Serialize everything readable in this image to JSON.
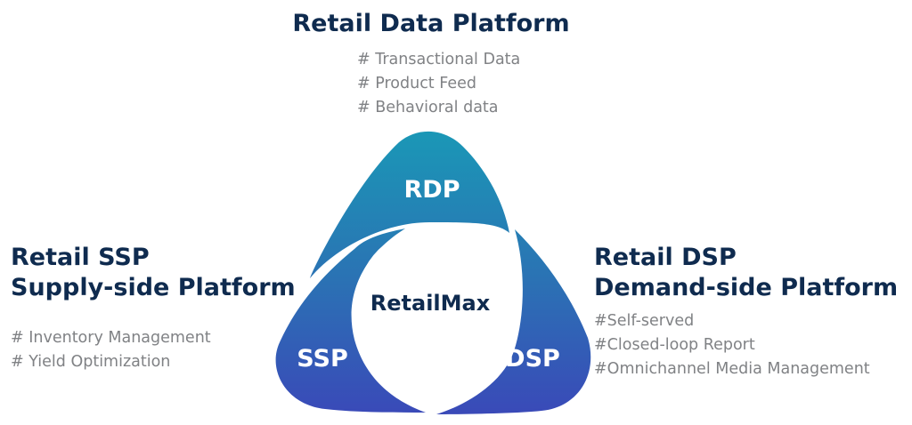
{
  "colors": {
    "title": "#0f2b4f",
    "bullet_text": "#808285",
    "segment_top": "#1a98b6",
    "segment_bottom": "#3a49b8"
  },
  "diagram": {
    "center_label": "RetailMax",
    "segments": [
      {
        "label": "RDP"
      },
      {
        "label": "SSP"
      },
      {
        "label": "DSP"
      }
    ]
  },
  "rdp": {
    "title": "Retail Data Platform",
    "bullets": [
      "# Transactional Data",
      "# Product Feed",
      "# Behavioral data"
    ]
  },
  "ssp": {
    "title_line1": "Retail SSP",
    "title_line2": "Supply-side Platform",
    "bullets": [
      "# Inventory Management",
      "# Yield Optimization"
    ]
  },
  "dsp": {
    "title_line1": "Retail DSP",
    "title_line2": "Demand-side Platform",
    "bullets": [
      "#Self-served",
      "#Closed-loop Report",
      "#Omnichannel Media Management"
    ]
  }
}
